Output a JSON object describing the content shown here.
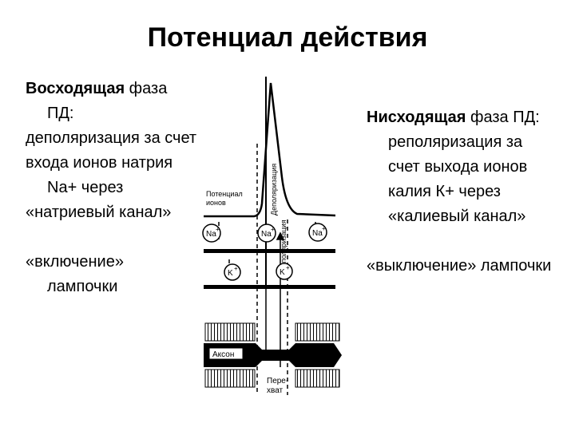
{
  "title": "Потенциал действия",
  "left_column": {
    "p1_bold": "Восходящая",
    "p1_rest": " фаза ПД:",
    "p2": "деполяризация за счет",
    "p3": "входа ионов натрия Na+ через",
    "p4": "«натриевый канал»",
    "p5": "«включение» лампочки"
  },
  "right_column": {
    "p1_bold": "Нисходящая",
    "p1_rest": " фаза ПД: реполяризация за счет выхода ионов калия К+ через «калиевый канал»",
    "p2": "«выключение» лампочки"
  },
  "figure": {
    "label_potential_line1": "Потенциал",
    "label_potential_line2": "ионов",
    "label_depolarization": "Деполяризация",
    "label_repolarization": "Реполяризация",
    "ion_na": "Na",
    "ion_k": "K",
    "axon_label": "Аксон",
    "label_intercept_line1": "Пере-",
    "label_intercept_line2": "хват"
  }
}
